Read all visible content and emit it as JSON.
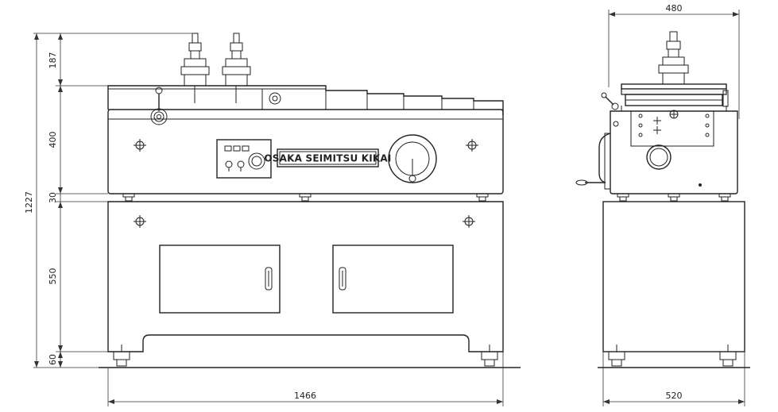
{
  "brand": {
    "label": "OSAKA SEIMITSU KIKAI"
  },
  "dimensions": {
    "front_top_height": "187",
    "front_upper_height": "400",
    "front_gap_height": "30",
    "front_total_height": "1227",
    "front_cabinet_height": "550",
    "front_base_height": "60",
    "front_width": "1466",
    "side_top_width": "480",
    "side_base_width": "520"
  },
  "colors": {
    "line": "#222222",
    "background": "#ffffff"
  }
}
